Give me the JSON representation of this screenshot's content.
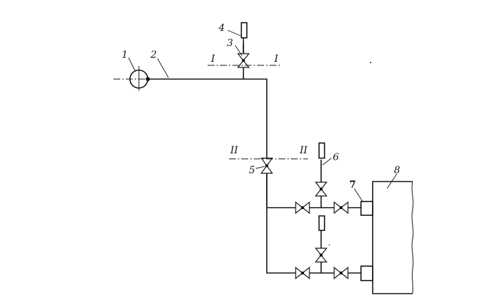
{
  "diagram": {
    "callouts": [
      "1",
      "2",
      "3",
      "4",
      "5",
      "6",
      "7",
      "8"
    ],
    "sections": {
      "upper": "I",
      "lower": "II"
    }
  }
}
